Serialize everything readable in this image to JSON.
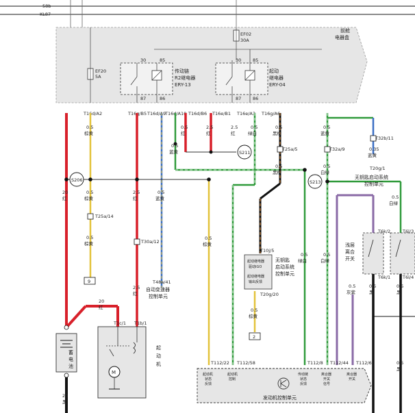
{
  "rails": {
    "top": "58b",
    "second": "KL87"
  },
  "fuse_box": {
    "title_line1": "前舱",
    "title_line2": "电器盒"
  },
  "fuses": {
    "ef20": {
      "name": "EF20",
      "rating": "5A"
    },
    "ef02": {
      "name": "EF02",
      "rating": "30A"
    }
  },
  "relays": {
    "r2": {
      "line1": "传动链",
      "line2": "R2继电器",
      "line3": "ERY-13",
      "pin30": "30",
      "pin85": "85",
      "pin87": "87",
      "pin86": "86"
    },
    "start": {
      "line1": "起动",
      "line2": "继电器",
      "line3": "ERY-04",
      "pin30": "30",
      "pin85": "85",
      "pin87": "87",
      "pin86": "86"
    }
  },
  "connectors": {
    "t16d_a2": "T16d/A2",
    "t16g_b5": "T16g/B5",
    "t16d_a9": "T16d/A9",
    "t16d_a10": "T16d/A10",
    "t16d_b6": "T16d/B6",
    "t16e_b1": "T16e/B1",
    "t16e_a3": "T16e/A3",
    "t16g_a6": "T16g/A6",
    "t25a_5": "T25a/5",
    "t32a_9": "T32a/9",
    "t32b_11": "T32b/11",
    "t20g_1": "T20g/1",
    "t25a_14": "T25a/14",
    "t30a_12": "T30a/12",
    "t48a_41": "T48a/41",
    "t1c_1": "T1c/1",
    "t1b_1": "T1b/1",
    "t10j_5": "T10j/5",
    "t20g_20": "T20g/20",
    "t112_22": "T112/22",
    "t112_58": "T112/58",
    "t112_8": "T112/8",
    "t112_44": "T112/44",
    "t112_6": "T112/6",
    "t6k_2": "T6k/2",
    "t6k_1": "T6k/1",
    "t6l_3": "T6l/3",
    "t6l_4": "T6l/4"
  },
  "wires": {
    "w_05": "0.5",
    "w_25": "2.5",
    "w_20": "20",
    "w_035": "0.35",
    "brown_yellow": "棕黄",
    "red": "红",
    "blue_yellow": "蓝黄",
    "green_white": "绿白",
    "black_brown": "黑棕",
    "white_green": "白绿",
    "black": "黑",
    "gray_purple": "灰紫"
  },
  "splices": {
    "s206": "S206",
    "s211": "S211",
    "s213": "S213"
  },
  "refs": {
    "r9": "9",
    "r2": "2"
  },
  "components": {
    "keyless_top": {
      "line1": "无钥匙启动系统",
      "line2": "控制单元"
    },
    "keyless_mid": {
      "line1": "无钥匙",
      "line2": "启动系统",
      "line3": "控制单元"
    },
    "relay_box": {
      "l1": "起动继电器",
      "l2": "驱动IGO",
      "l3": "起动继电器",
      "l4": "输出反馈"
    },
    "tcu": {
      "line1": "自动变速器",
      "line2": "控制单元"
    },
    "battery": {
      "line1": "蓄",
      "line2": "电",
      "line3": "池"
    },
    "starter": {
      "line1": "起",
      "line2": "动",
      "line3": "机"
    },
    "clutch": {
      "line1": "浅层",
      "line2": "离合",
      "line3": "开关"
    },
    "ecu": {
      "title": "发动机控制单元",
      "pin1_l1": "起动机",
      "pin1_l2": "状态",
      "pin1_l3": "反馈",
      "pin2_l1": "起动机",
      "pin2_l2": "控制",
      "pin3_l1": "传动链",
      "pin3_l2": "状态",
      "pin3_l3": "反馈",
      "pin4_l1": "离合器",
      "pin4_l2": "开关",
      "pin4_l3": "信号",
      "pin5_l1": "离合器",
      "pin5_l2": "开关"
    }
  },
  "colors": {
    "red": "#d8202a",
    "yellow": "#e3c23a",
    "green": "#2f9a3a",
    "blue": "#3b6fc4",
    "black": "#111111",
    "orange": "#d4802a",
    "purple": "#8a6aa6",
    "box_fill": "#e6e6e6"
  }
}
